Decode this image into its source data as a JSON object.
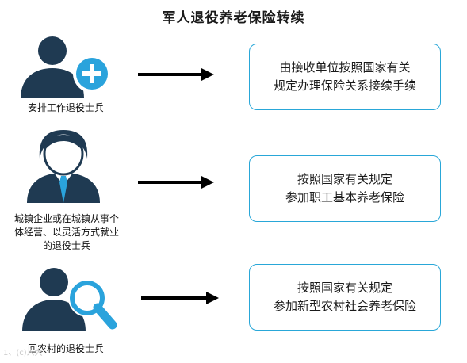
{
  "title": "军人退役养老保险转续",
  "colors": {
    "icon_dark": "#1f3a52",
    "accent_blue": "#2aa3dc",
    "box_border": "#29a7d8",
    "arrow": "#000000"
  },
  "rows": [
    {
      "icon": "person-plus-icon",
      "caption_lines": [
        "安排工作退役士兵"
      ],
      "box_lines": [
        "由接收单位按照国家有关",
        "规定办理保险关系接续手续"
      ]
    },
    {
      "icon": "person-tie-icon",
      "caption_lines": [
        "城镇企业或在城镇从事个",
        "体经营、以灵活方式就业",
        "的退役士兵"
      ],
      "box_lines": [
        "按照国家有关规定",
        "参加职工基本养老保险"
      ]
    },
    {
      "icon": "person-magnifier-icon",
      "caption_lines": [
        "回农村的退役士兵"
      ],
      "box_lines": [
        "按照国家有关规定",
        "参加新型农村社会养老保险"
      ]
    }
  ],
  "watermark": "1、(c)人大"
}
